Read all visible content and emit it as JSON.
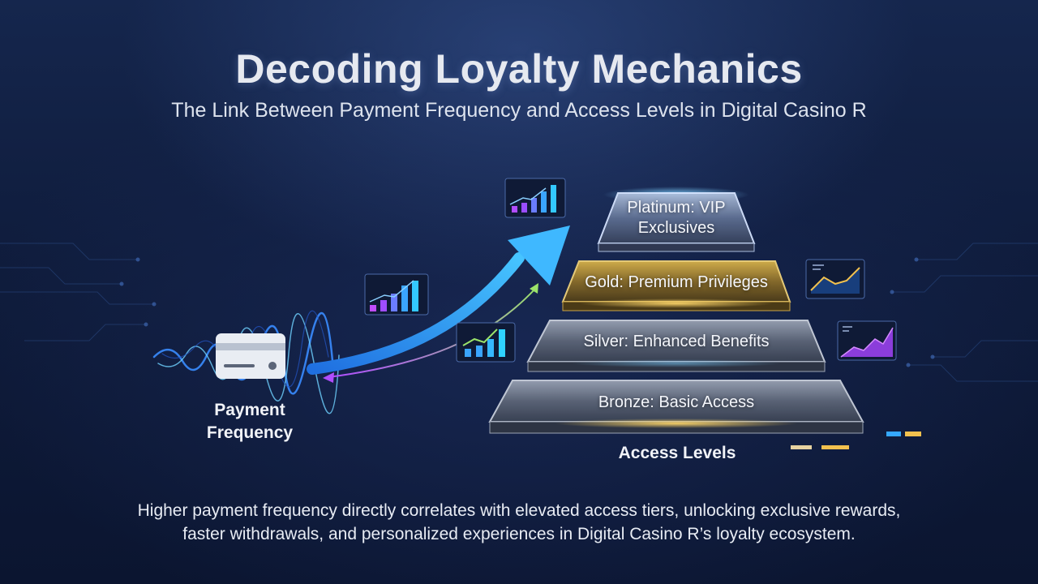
{
  "header": {
    "title": "Decoding Loyalty Mechanics",
    "subtitle": "The Link Between Payment Frequency and Access Levels in Digital Casino R"
  },
  "diagram": {
    "source_label": "Payment Frequency",
    "tiers": [
      {
        "label": "Platinum: VIP Exclusives",
        "color": "#9fb4d8"
      },
      {
        "label": "Gold: Premium Privileges",
        "color": "#d8b24a"
      },
      {
        "label": "Silver: Enhanced Benefits",
        "color": "#b7bfcc"
      },
      {
        "label": "Bronze: Basic Access",
        "color": "#a8aebb"
      }
    ],
    "tiers_caption": "Access Levels",
    "icons": [
      "credit-card-icon",
      "bar-chart-icon",
      "line-chart-icon",
      "area-chart-icon"
    ],
    "accent_colors": {
      "blue": "#35a8ff",
      "purple": "#b04dff",
      "gold": "#f2c14e",
      "green": "#9be36a"
    }
  },
  "footer": {
    "line1": "Higher payment frequency directly correlates with elevated access tiers, unlocking exclusive rewards,",
    "line2": "faster withdrawals, and personalized experiences in Digital Casino R’s loyalty ecosystem."
  }
}
